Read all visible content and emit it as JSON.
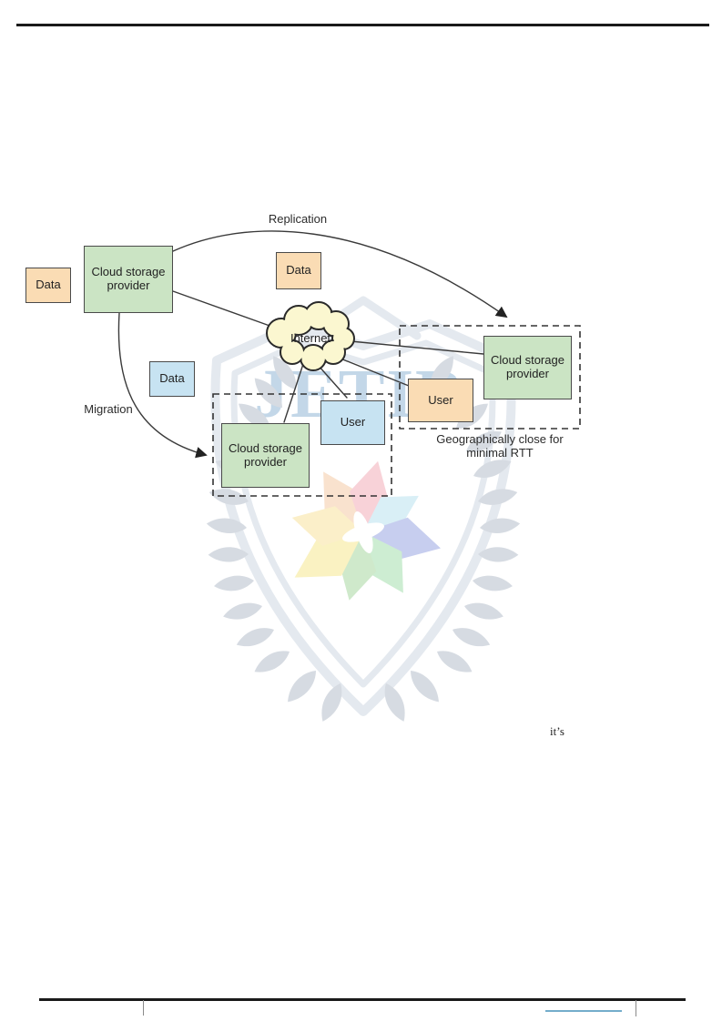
{
  "figure": {
    "labels": {
      "replication": "Replication",
      "migration": "Migration",
      "geo_line1": "Geographically close for",
      "geo_line2": "minimal RTT",
      "internet": "Internet"
    },
    "boxes": {
      "data_left": "Data",
      "data_top": "Data",
      "data_mid": "Data",
      "provider_main": "Cloud storage provider",
      "provider_migrated": "Cloud storage provider",
      "provider_remote": "Cloud storage provider",
      "user_local": "User",
      "user_remote": "User"
    },
    "colors": {
      "data_fill": "#FADCB4",
      "provider_fill": "#CBE4C4",
      "user_local_fill": "#C7E3F2",
      "user_remote_fill": "#FADCB4",
      "cloud_fill": "#FBF7D0",
      "connector": "#3a3a3a",
      "dashed_border": "#333333"
    }
  },
  "body_text": {
    "fragment": "it’s"
  },
  "watermark": {
    "text": "JETIR",
    "shield_color": "#E4E9EF",
    "wreath_color": "#D6DBE2",
    "text_color": "#C3D7E8",
    "petal_colors": [
      "#F9E2CE",
      "#F8D2D8",
      "#D9EFF6",
      "#C7CEEF",
      "#CDEDD2",
      "#CFE9CB",
      "#FAF2C2",
      "#FBEFC9"
    ]
  },
  "rules": {
    "rule_color": "#1a1a1a",
    "tick_color": "#8a8a8a",
    "link_underline_color": "#74ADCB"
  }
}
